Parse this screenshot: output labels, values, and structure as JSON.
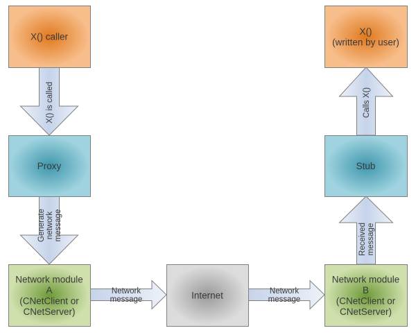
{
  "nodes": {
    "caller": {
      "lines": [
        "X() caller"
      ],
      "color": "orange"
    },
    "user_func": {
      "lines": [
        "X()",
        "(written by user)"
      ],
      "color": "orange"
    },
    "proxy": {
      "lines": [
        "Proxy"
      ],
      "color": "teal"
    },
    "stub": {
      "lines": [
        "Stub"
      ],
      "color": "teal"
    },
    "module_a": {
      "lines": [
        "Network module",
        "A",
        "(CNetClient or",
        "CNetServer)"
      ],
      "color": "green"
    },
    "internet": {
      "lines": [
        "Internet"
      ],
      "color": "gray"
    },
    "module_b": {
      "lines": [
        "Network module",
        "B",
        "(CNetClient or",
        "CNetServer)"
      ],
      "color": "green"
    }
  },
  "edges": {
    "caller_to_proxy": {
      "lines": [
        "X() is called"
      ],
      "direction": "down"
    },
    "proxy_to_module_a": {
      "lines": [
        "Generate",
        "network",
        "message"
      ],
      "direction": "down"
    },
    "module_a_to_internet": {
      "lines": [
        "Network",
        "message"
      ],
      "direction": "right"
    },
    "internet_to_module_b": {
      "lines": [
        "Network",
        "message"
      ],
      "direction": "right"
    },
    "module_b_to_stub": {
      "lines": [
        "Received",
        "message"
      ],
      "direction": "up"
    },
    "stub_to_user_func": {
      "lines": [
        "Calls X()"
      ],
      "direction": "up"
    }
  },
  "palette": {
    "orange": {
      "center": "#e07a1e",
      "edge": "#f7bd8a"
    },
    "teal": {
      "center": "#3f97ac",
      "edge": "#9fd3df"
    },
    "green": {
      "center": "#6f9a3a",
      "edge": "#cfe0ad"
    },
    "gray": {
      "center": "#9a9a9a",
      "edge": "#dcdcdc"
    },
    "arrow_fill_start": "#c5d3ea",
    "arrow_fill_end": "#edf1f8",
    "stroke": "#7f7f7f"
  }
}
